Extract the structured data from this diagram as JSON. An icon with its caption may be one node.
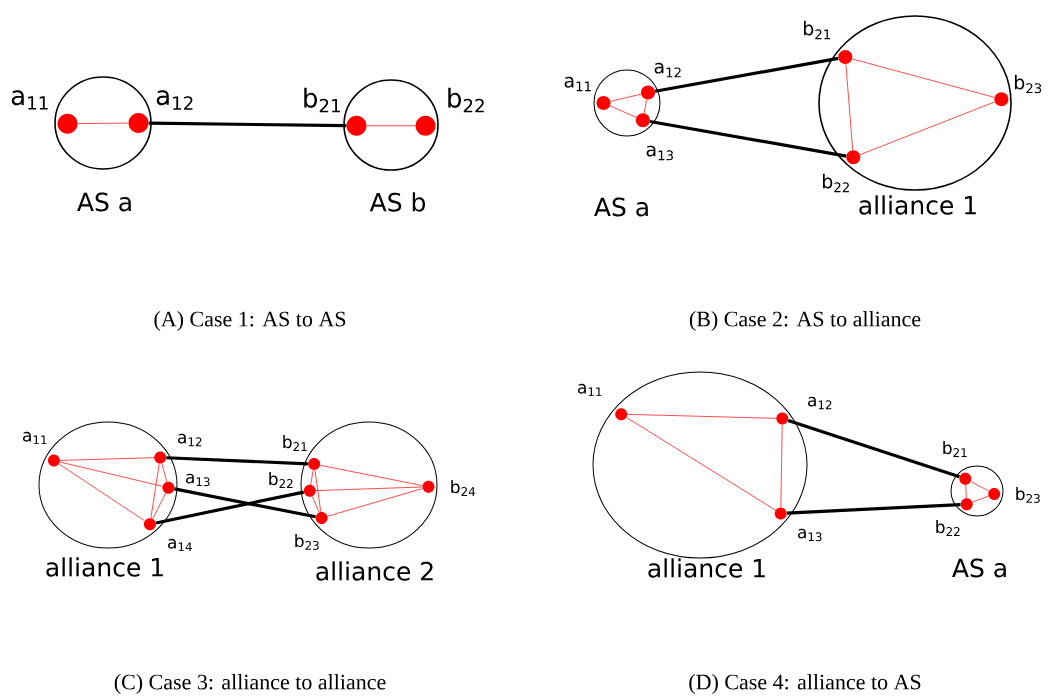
{
  "diagram": {
    "nodes": [
      {
        "text": [
          "AS a"
        ]
      },
      {
        "text": [],
        "shape": "circle",
        "in": 0,
        "beside": [
          "a$_{11}$"
        ]
      },
      {
        "text": [],
        "shape": "circle",
        "in": 0,
        "beside": [
          "a$_{12}$"
        ]
      },
      {
        "text": [
          "AS b"
        ]
      },
      {
        "text": [],
        "shape": "circle",
        "in": 3,
        "beside": [
          "b$_{21}$"
        ]
      },
      {
        "text": [],
        "shape": "circle",
        "in": 3,
        "beside": [
          "b$_{22}$"
        ]
      },
      {
        "text": [
          "AS a"
        ]
      },
      {
        "text": [],
        "shape": "circle",
        "in": 6,
        "beside": [
          "a$_{11}$"
        ]
      },
      {
        "text": [],
        "shape": "circle",
        "in": 6,
        "beside": [
          "a$_{12}$"
        ]
      },
      {
        "text": [],
        "shape": "circle",
        "in": 6,
        "beside": [
          "a$_{13}$"
        ]
      },
      {
        "text": [
          "alliance 1"
        ]
      },
      {
        "text": [],
        "shape": "circle",
        "in": 10,
        "beside": [
          "b$_{21}$"
        ]
      },
      {
        "text": [],
        "shape": "circle",
        "in": 10,
        "beside": [
          "b$_{22}$"
        ]
      },
      {
        "text": [],
        "shape": "circle",
        "in": 10,
        "beside": [
          "b$_{23}$"
        ]
      },
      {
        "text": [
          "alliance 1"
        ]
      },
      {
        "text": [],
        "shape": "circle",
        "in": 14,
        "beside": [
          "a$_{11}$"
        ]
      },
      {
        "text": [],
        "shape": "circle",
        "in": 14,
        "beside": [
          "a$_{12}$"
        ]
      },
      {
        "text": [],
        "shape": "circle",
        "in": 14,
        "beside": [
          "a$_{13}$"
        ]
      },
      {
        "text": [],
        "shape": "circle",
        "in": 14,
        "beside": [
          "a$_{14}$"
        ]
      },
      {
        "text": [
          "alliance 2"
        ]
      },
      {
        "text": [],
        "shape": "circle",
        "in": 19,
        "beside": [
          "b$_{21}$"
        ]
      },
      {
        "text": [],
        "shape": "circle",
        "in": 19,
        "beside": [
          "b$_{22}$"
        ]
      },
      {
        "text": [],
        "shape": "circle",
        "in": 19,
        "beside": [
          "b$_{23}$"
        ]
      },
      {
        "text": [],
        "shape": "circle",
        "in": 19,
        "beside": [
          "b$_{24}$"
        ]
      },
      {
        "text": [
          "alliance 1"
        ]
      },
      {
        "text": [],
        "shape": "circle",
        "in": 24,
        "beside": [
          "a$_{11}$"
        ]
      },
      {
        "text": [],
        "shape": "circle",
        "in": 24,
        "beside": [
          "a$_{12}$"
        ]
      },
      {
        "text": [],
        "shape": "circle",
        "in": 24,
        "beside": [
          "a$_{13}$"
        ]
      },
      {
        "text": [
          "AS a"
        ]
      },
      {
        "text": [],
        "shape": "circle",
        "in": 28,
        "beside": [
          "b$_{21}$"
        ]
      },
      {
        "text": [],
        "shape": "circle",
        "in": 28,
        "beside": [
          "b$_{22}$"
        ]
      },
      {
        "text": [],
        "shape": "circle",
        "in": 28,
        "beside": [
          "b$_{23}$"
        ]
      }
    ],
    "edges": [
      {
        "from": 1,
        "to": 2,
        "arrow": "none"
      },
      {
        "from": 4,
        "to": 5,
        "arrow": "none"
      },
      {
        "from": 2,
        "to": 4,
        "arrow": "none",
        "style": "thick",
        "color": "#000000"
      },
      {
        "from": 7,
        "to": 8,
        "arrow": "none"
      },
      {
        "from": 7,
        "to": 9,
        "arrow": "none"
      },
      {
        "from": 8,
        "to": 9,
        "arrow": "none"
      },
      {
        "from": 11,
        "to": 12,
        "arrow": "none"
      },
      {
        "from": 11,
        "to": 13,
        "arrow": "none"
      },
      {
        "from": 12,
        "to": 13,
        "arrow": "none"
      },
      {
        "from": 8,
        "to": 11,
        "arrow": "none",
        "style": "thick",
        "color": "#000000"
      },
      {
        "from": 9,
        "to": 12,
        "arrow": "none",
        "style": "thick",
        "color": "#000000"
      },
      {
        "from": 15,
        "to": 16,
        "arrow": "none"
      },
      {
        "from": 15,
        "to": 17,
        "arrow": "none"
      },
      {
        "from": 15,
        "to": 18,
        "arrow": "none"
      },
      {
        "from": 16,
        "to": 17,
        "arrow": "none"
      },
      {
        "from": 16,
        "to": 18,
        "arrow": "none"
      },
      {
        "from": 17,
        "to": 18,
        "arrow": "none"
      },
      {
        "from": 20,
        "to": 21,
        "arrow": "none"
      },
      {
        "from": 20,
        "to": 22,
        "arrow": "none"
      },
      {
        "from": 20,
        "to": 23,
        "arrow": "none"
      },
      {
        "from": 21,
        "to": 22,
        "arrow": "none"
      },
      {
        "from": 21,
        "to": 23,
        "arrow": "none"
      },
      {
        "from": 22,
        "to": 23,
        "arrow": "none"
      },
      {
        "from": 16,
        "to": 20,
        "arrow": "none",
        "style": "thick",
        "color": "#000000"
      },
      {
        "from": 17,
        "to": 22,
        "arrow": "none",
        "style": "thick",
        "color": "#000000"
      },
      {
        "from": 18,
        "to": 21,
        "arrow": "none",
        "style": "thick",
        "color": "#000000"
      },
      {
        "from": 25,
        "to": 26,
        "arrow": "none"
      },
      {
        "from": 25,
        "to": 27,
        "arrow": "none"
      },
      {
        "from": 26,
        "to": 27,
        "arrow": "none"
      },
      {
        "from": 29,
        "to": 30,
        "arrow": "none"
      },
      {
        "from": 29,
        "to": 31,
        "arrow": "none"
      },
      {
        "from": 30,
        "to": 31,
        "arrow": "none"
      },
      {
        "from": 26,
        "to": 29,
        "arrow": "none",
        "style": "thick",
        "color": "#000000"
      },
      {
        "from": 27,
        "to": 30,
        "arrow": "none",
        "style": "thick",
        "color": "#000000"
      }
    ],
    "labels": [
      "(A) Case 1: AS to AS",
      "(B) Case 2: AS to alliance",
      "(C) Case 3: alliance to alliance",
      "(D) Case 4: alliance to AS"
    ]
  }
}
